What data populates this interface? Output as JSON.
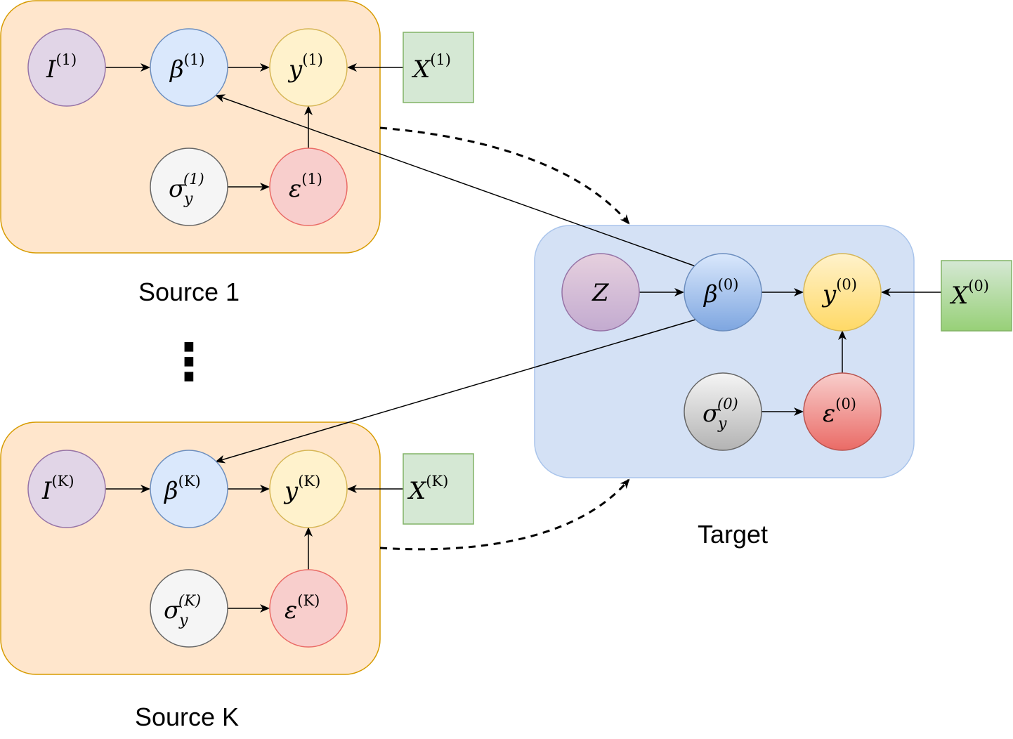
{
  "groups": {
    "source1": {
      "caption": "Source 1"
    },
    "sourceK": {
      "caption": "Source K"
    },
    "target": {
      "caption": "Target"
    }
  },
  "ellipsis": "⋮",
  "nodes": {
    "s1_I": {
      "base": "I",
      "sup": "(1)",
      "sub": ""
    },
    "s1_beta": {
      "base": "β",
      "sup": "(1)",
      "sub": ""
    },
    "s1_y": {
      "base": "y",
      "sup": "(1)",
      "sub": ""
    },
    "s1_X": {
      "base": "X",
      "sup": "(1)",
      "sub": ""
    },
    "s1_sigma": {
      "base": "σ",
      "sup": "(1)",
      "sub": "y"
    },
    "s1_eps": {
      "base": "ε",
      "sup": "(1)",
      "sub": ""
    },
    "sK_I": {
      "base": "I",
      "sup": "(K)",
      "sub": ""
    },
    "sK_beta": {
      "base": "β",
      "sup": "(K)",
      "sub": ""
    },
    "sK_y": {
      "base": "y",
      "sup": "(K)",
      "sub": ""
    },
    "sK_X": {
      "base": "X",
      "sup": "(K)",
      "sub": ""
    },
    "sK_sigma": {
      "base": "σ",
      "sup": "(K)",
      "sub": "y"
    },
    "sK_eps": {
      "base": "ε",
      "sup": "(K)",
      "sub": ""
    },
    "t_Z": {
      "base": "Z",
      "sup": "",
      "sub": ""
    },
    "t_beta": {
      "base": "β",
      "sup": "(0)",
      "sub": ""
    },
    "t_y": {
      "base": "y",
      "sup": "(0)",
      "sub": ""
    },
    "t_X": {
      "base": "X",
      "sup": "(0)",
      "sub": ""
    },
    "t_sigma": {
      "base": "σ",
      "sup": "(0)",
      "sub": "y"
    },
    "t_eps": {
      "base": "ε",
      "sup": "(0)",
      "sub": ""
    }
  },
  "colors": {
    "source_fill": "#ffe6cc",
    "source_stroke": "#d79b00",
    "target_fill": "#d4e1f5",
    "target_stroke": "#a9c4eb",
    "purple_fill": "#e1d5e7",
    "purple_stroke": "#9673a6",
    "blue_fill": "#dae8fc",
    "blue_stroke": "#6c8ebf",
    "yellow_fill": "#fff2cc",
    "yellow_stroke": "#d6b656",
    "green_fill": "#d5e8d4",
    "green_stroke": "#82b366",
    "gray_fill": "#f5f5f5",
    "gray_stroke": "#666666",
    "red_fill": "#f8cecc",
    "red_stroke": "#ea6b66"
  }
}
